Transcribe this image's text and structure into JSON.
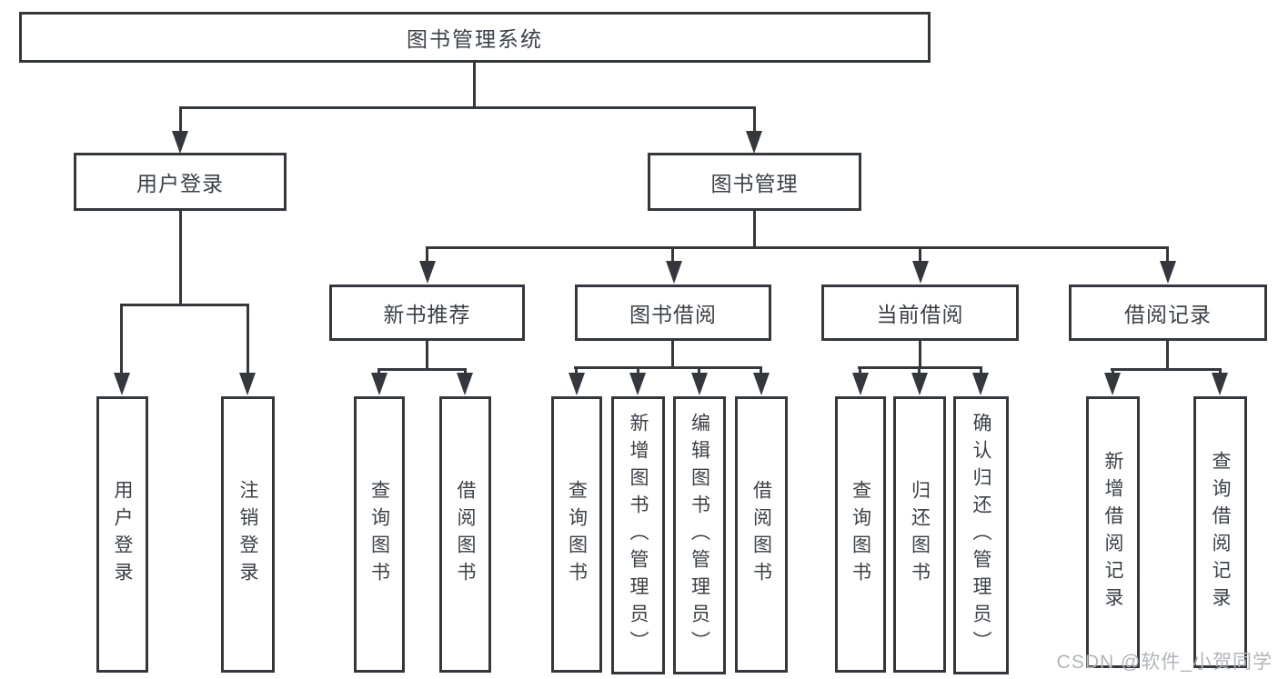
{
  "diagram": {
    "title": "图书管理系统",
    "root": {
      "label": "图书管理系统"
    },
    "level2": {
      "user_login": "用户登录",
      "book_mgmt": "图书管理"
    },
    "level3": {
      "new_book": "新书推荐",
      "borrow": "图书借阅",
      "current": "当前借阅",
      "records": "借阅记录"
    },
    "leaves": {
      "user_login": [
        "用户登录",
        "注销登录"
      ],
      "new_book": [
        "查询图书",
        "借阅图书"
      ],
      "borrow": [
        "查询图书",
        "新增图书（管理员）",
        "编辑图书（管理员）",
        "借阅图书"
      ],
      "current": [
        "查询图书",
        "归还图书",
        "确认归还（管理员）"
      ],
      "records": [
        "新增借阅记录",
        "查询借阅记录"
      ]
    },
    "colors": {
      "line": "#34383d",
      "text": "#3b4148",
      "watermark": "#b1b4b9",
      "background": "#ffffff"
    },
    "watermark": "CSDN @软件_小贺同学"
  }
}
